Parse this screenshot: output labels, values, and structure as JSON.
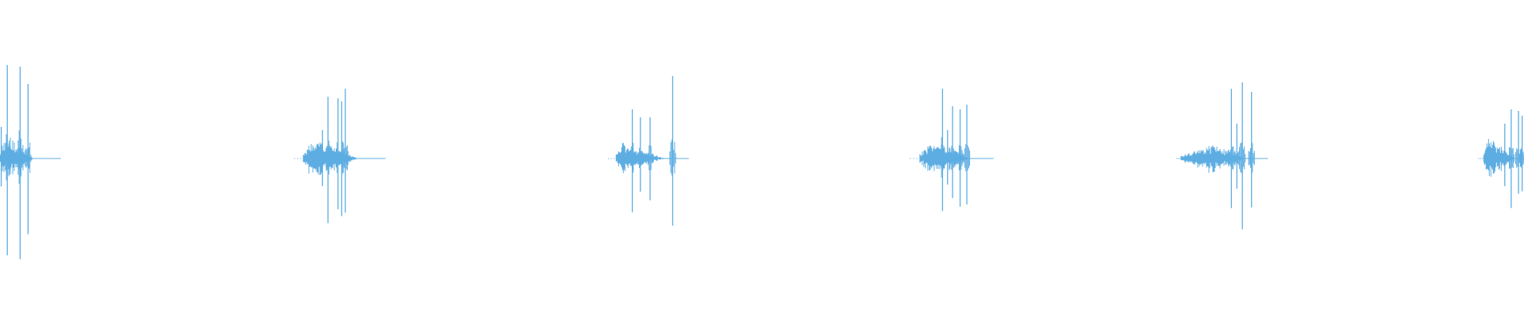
{
  "waveform": {
    "wave_color": "#5dade2",
    "background_color": "#ffffff",
    "duration_fraction_visible": 1,
    "clips": [
      {
        "start": 0.0,
        "end": 0.04,
        "attack": 0.1,
        "decay": 0.55,
        "lead_in": 0.0,
        "spikes": [
          {
            "pos": 0.12,
            "amp": 0.59
          },
          {
            "pos": 0.33,
            "amp": 0.58
          },
          {
            "pos": 0.46,
            "amp": 0.47
          },
          {
            "pos": 0.02,
            "amp": 0.2
          }
        ],
        "base_amp": 0.16
      },
      {
        "start": 0.193,
        "end": 0.253,
        "attack": 0.22,
        "decay": 0.7,
        "lead_in": 0.1,
        "spikes": [
          {
            "pos": 0.37,
            "amp": 0.39
          },
          {
            "pos": 0.48,
            "amp": 0.38
          },
          {
            "pos": 0.56,
            "amp": 0.44
          },
          {
            "pos": 0.52,
            "amp": 0.36
          },
          {
            "pos": 0.31,
            "amp": 0.18
          }
        ],
        "base_amp": 0.13
      },
      {
        "start": 0.399,
        "end": 0.452,
        "attack": 0.18,
        "decay": 0.7,
        "lead_in": 0.1,
        "spikes": [
          {
            "pos": 0.3,
            "amp": 0.31
          },
          {
            "pos": 0.4,
            "amp": 0.26
          },
          {
            "pos": 0.52,
            "amp": 0.26
          },
          {
            "pos": 0.8,
            "amp": 0.52
          }
        ],
        "base_amp": 0.1
      },
      {
        "start": 0.597,
        "end": 0.652,
        "attack": 0.3,
        "decay": 0.72,
        "lead_in": 0.12,
        "spikes": [
          {
            "pos": 0.39,
            "amp": 0.44
          },
          {
            "pos": 0.51,
            "amp": 0.33
          },
          {
            "pos": 0.6,
            "amp": 0.31
          },
          {
            "pos": 0.68,
            "amp": 0.34
          },
          {
            "pos": 0.45,
            "amp": 0.18
          }
        ],
        "base_amp": 0.12
      },
      {
        "start": 0.772,
        "end": 0.832,
        "attack": 0.4,
        "decay": 0.75,
        "lead_in": 0.05,
        "spikes": [
          {
            "pos": 0.6,
            "amp": 0.44
          },
          {
            "pos": 0.72,
            "amp": 0.48
          },
          {
            "pos": 0.82,
            "amp": 0.42
          },
          {
            "pos": 0.66,
            "amp": 0.22
          }
        ],
        "base_amp": 0.09
      },
      {
        "start": 0.97,
        "end": 1.0,
        "attack": 0.2,
        "decay": 0.8,
        "lead_in": 0.12,
        "spikes": [
          {
            "pos": 0.72,
            "amp": 0.31
          },
          {
            "pos": 0.58,
            "amp": 0.22
          },
          {
            "pos": 0.88,
            "amp": 0.3
          },
          {
            "pos": 0.96,
            "amp": 0.27
          }
        ],
        "base_amp": 0.15
      }
    ]
  }
}
